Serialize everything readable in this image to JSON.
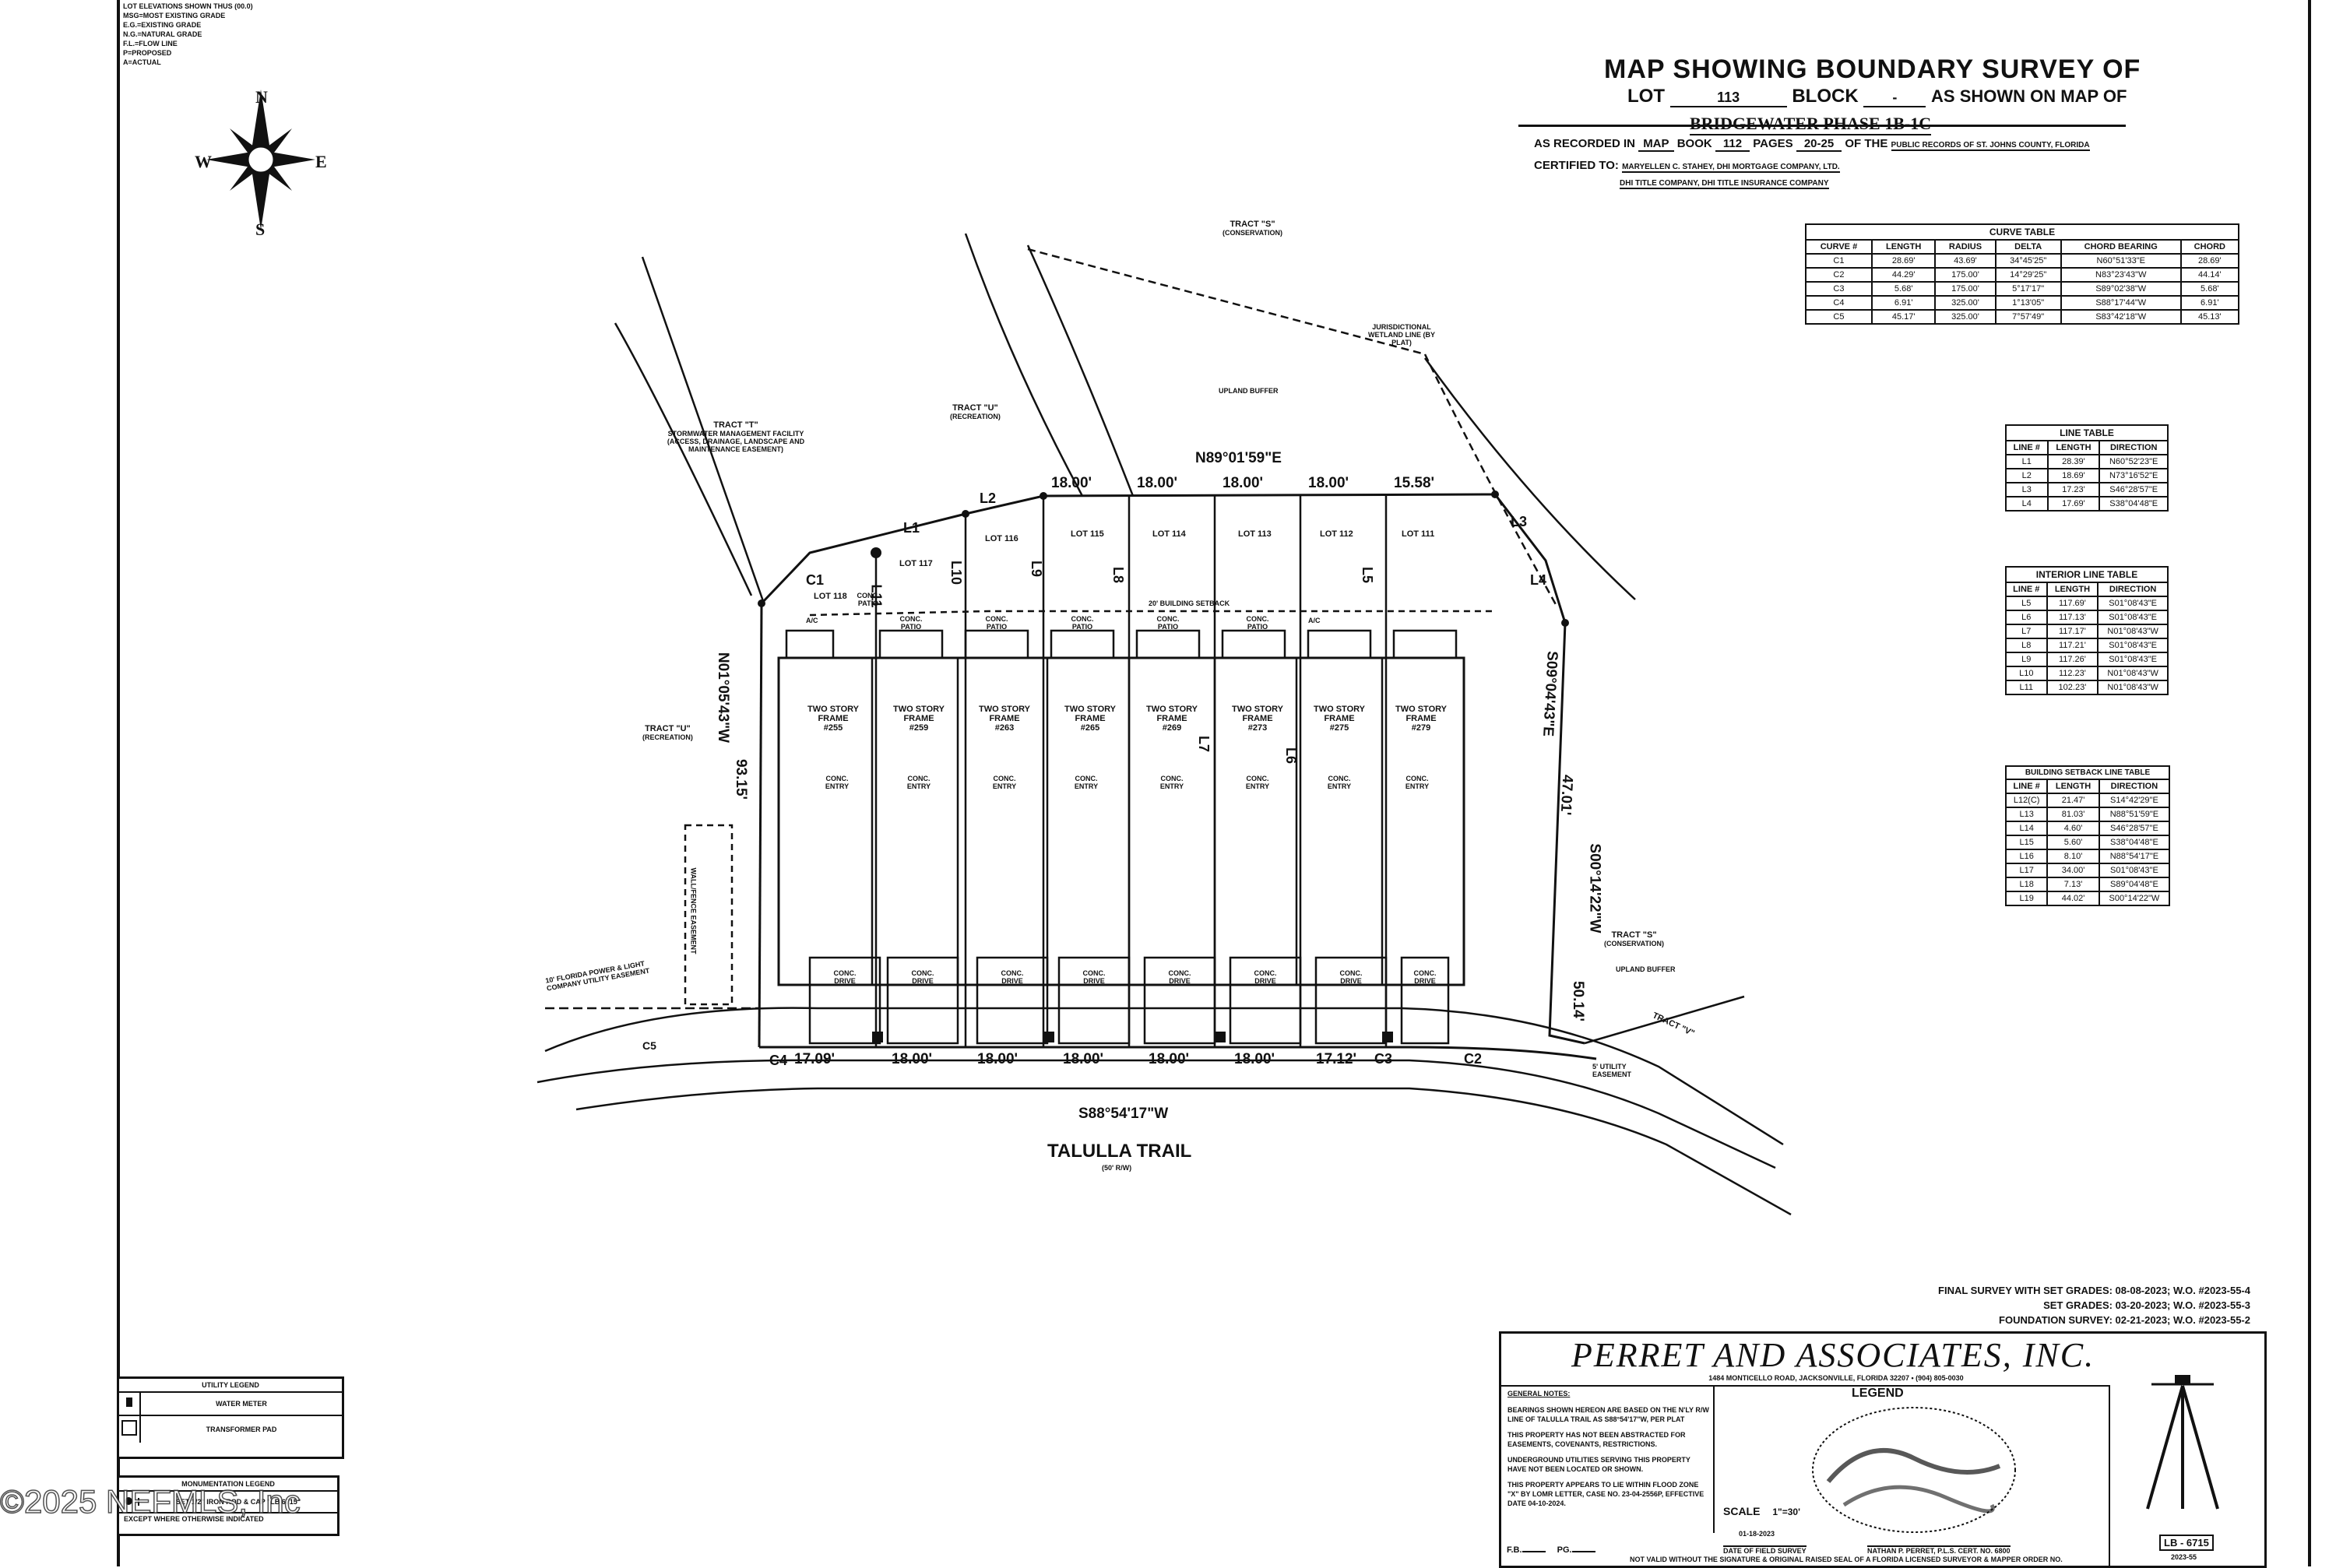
{
  "top_notes": [
    "LOT ELEVATIONS SHOWN THUS (00.0)",
    "MSG=MOST EXISTING GRADE",
    "E.G.=EXISTING GRADE",
    "N.G.=NATURAL GRADE",
    "F.L.=FLOW LINE",
    "P=PROPOSED",
    "A=ACTUAL"
  ],
  "compass": {
    "n": "N",
    "s": "S",
    "e": "E",
    "w": "W"
  },
  "title": {
    "main": "MAP SHOWING BOUNDARY SURVEY OF",
    "lot_label": "LOT",
    "lot_value": "113",
    "block_label": "BLOCK",
    "block_value": "-",
    "as_shown": "AS SHOWN ON MAP OF",
    "subdivision": "BRIDGEWATER PHASE 1B-1C",
    "recorded_label": "AS RECORDED IN",
    "recorded_value": "MAP",
    "book_label": "BOOK",
    "book_value": "112",
    "pages_label": "PAGES",
    "pages_value": "20-25",
    "of_the": "OF THE",
    "public_records": "PUBLIC RECORDS OF ST. JOHNS COUNTY, FLORIDA",
    "certified_label": "CERTIFIED TO:",
    "certified_line1": "MARYELLEN C. STAHEY, DHI MORTGAGE COMPANY, LTD.",
    "certified_line2": "DHI TITLE COMPANY, DHI TITLE INSURANCE COMPANY"
  },
  "curve_table": {
    "title": "CURVE TABLE",
    "headers": [
      "CURVE #",
      "LENGTH",
      "RADIUS",
      "DELTA",
      "CHORD BEARING",
      "CHORD"
    ],
    "rows": [
      [
        "C1",
        "28.69'",
        "43.69'",
        "34°45'25\"",
        "N60°51'33\"E",
        "28.69'"
      ],
      [
        "C2",
        "44.29'",
        "175.00'",
        "14°29'25\"",
        "N83°23'43\"W",
        "44.14'"
      ],
      [
        "C3",
        "5.68'",
        "175.00'",
        "5°17'17\"",
        "S89°02'38\"W",
        "5.68'"
      ],
      [
        "C4",
        "6.91'",
        "325.00'",
        "1°13'05\"",
        "S88°17'44\"W",
        "6.91'"
      ],
      [
        "C5",
        "45.17'",
        "325.00'",
        "7°57'49\"",
        "S83°42'18\"W",
        "45.13'"
      ]
    ]
  },
  "line_table": {
    "title": "LINE TABLE",
    "headers": [
      "LINE #",
      "LENGTH",
      "DIRECTION"
    ],
    "rows": [
      [
        "L1",
        "28.39'",
        "N60°52'23\"E"
      ],
      [
        "L2",
        "18.69'",
        "N73°16'52\"E"
      ],
      [
        "L3",
        "17.23'",
        "S46°28'57\"E"
      ],
      [
        "L4",
        "17.69'",
        "S38°04'48\"E"
      ]
    ]
  },
  "interior_line_table": {
    "title": "INTERIOR LINE TABLE",
    "headers": [
      "LINE #",
      "LENGTH",
      "DIRECTION"
    ],
    "rows": [
      [
        "L5",
        "117.69'",
        "S01°08'43\"E"
      ],
      [
        "L6",
        "117.13'",
        "S01°08'43\"E"
      ],
      [
        "L7",
        "117.17'",
        "N01°08'43\"W"
      ],
      [
        "L8",
        "117.21'",
        "S01°08'43\"E"
      ],
      [
        "L9",
        "117.26'",
        "S01°08'43\"E"
      ],
      [
        "L10",
        "112.23'",
        "N01°08'43\"W"
      ],
      [
        "L11",
        "102.23'",
        "N01°08'43\"W"
      ]
    ]
  },
  "setback_table": {
    "title": "BUILDING SETBACK LINE TABLE",
    "headers": [
      "LINE #",
      "LENGTH",
      "DIRECTION"
    ],
    "rows": [
      [
        "L12(C)",
        "21.47'",
        "S14°42'29\"E"
      ],
      [
        "L13",
        "81.03'",
        "N88°51'59\"E"
      ],
      [
        "L14",
        "4.60'",
        "S46°28'57\"E"
      ],
      [
        "L15",
        "5.60'",
        "S38°04'48\"E"
      ],
      [
        "L16",
        "8.10'",
        "N88°54'17\"E"
      ],
      [
        "L17",
        "34.00'",
        "S01°08'43\"E"
      ],
      [
        "L18",
        "7.13'",
        "S89°04'48\"E"
      ],
      [
        "L19",
        "44.02'",
        "S00°14'22\"W"
      ]
    ]
  },
  "plan": {
    "tract_s_top": "TRACT \"S\"",
    "tract_s_top_sub": "(CONSERVATION)",
    "tract_t": "TRACT \"T\"",
    "tract_t_sub": "STORMWATER MANAGEMENT FACILITY (ACCESS, DRAINAGE, LANDSCAPE AND MAINTENANCE EASEMENT)",
    "tract_u_top": "TRACT \"U\"",
    "tract_u_top_sub": "(RECREATION)",
    "tract_u_left": "TRACT \"U\"",
    "tract_u_left_sub": "(RECREATION)",
    "tract_s_right": "TRACT \"S\"",
    "tract_s_right_sub": "(CONSERVATION)",
    "tract_v": "TRACT \"V\"",
    "upland_buffer_top": "UPLAND BUFFER",
    "upland_buffer_right": "UPLAND BUFFER",
    "jurisdictional": "JURISDICTIONAL WETLAND LINE (BY PLAT)",
    "north_bearing": "N89°01'59\"E",
    "south_bearing": "S88°54'17\"W",
    "west_bearing": "N01°05'43\"W",
    "west_dist": "93.15'",
    "east_bearing": "S09°04'43\"E",
    "east_dist": "47.01'",
    "east_bearing2": "S00°14'22\"W",
    "east_dist2": "50.14'",
    "street": "TALULLA TRAIL",
    "street_sub": "(50' R/W)",
    "setback_label": "20' BUILDING SETBACK",
    "easement_left": "10' FLORIDA POWER & LIGHT COMPANY UTILITY EASEMENT",
    "easement_box": "WALL/FENCE EASEMENT",
    "utility_easement": "5' UTILITY EASEMENT",
    "curve_labels": [
      "C1",
      "C2",
      "C3",
      "C4",
      "C5"
    ],
    "line_labels": [
      "L1",
      "L2",
      "L3",
      "L4",
      "L5",
      "L6",
      "L7",
      "L8",
      "L9",
      "L10",
      "L11"
    ],
    "top_dims": [
      "18.00'",
      "18.00'",
      "18.00'",
      "18.00'",
      "15.58'"
    ],
    "bottom_dims": [
      "17.09'",
      "18.00'",
      "18.00'",
      "18.00'",
      "18.00'",
      "18.00'",
      "17.12'"
    ],
    "lots": [
      {
        "lot": "LOT 118",
        "frame": "TWO STORY FRAME",
        "num": "#255"
      },
      {
        "lot": "LOT 117",
        "frame": "TWO STORY FRAME",
        "num": "#259"
      },
      {
        "lot": "LOT 116",
        "frame": "TWO STORY FRAME",
        "num": "#263"
      },
      {
        "lot": "LOT 115",
        "frame": "TWO STORY FRAME",
        "num": "#265"
      },
      {
        "lot": "LOT 114",
        "frame": "TWO STORY FRAME",
        "num": "#269"
      },
      {
        "lot": "LOT 113",
        "frame": "TWO STORY FRAME",
        "num": "#273"
      },
      {
        "lot": "LOT 112",
        "frame": "TWO STORY FRAME",
        "num": "#275"
      },
      {
        "lot": "LOT 111",
        "frame": "TWO STORY FRAME",
        "num": "#279"
      }
    ],
    "patio": "CONC. PATIO",
    "entry": "CONC. ENTRY",
    "drive": "CONC. DRIVE",
    "ac": "A/C"
  },
  "survey_notes": [
    "FINAL SURVEY WITH SET GRADES: 08-08-2023; W.O. #2023-55-4",
    "SET GRADES: 03-20-2023; W.O. #2023-55-3",
    "FOUNDATION SURVEY: 02-21-2023; W.O. #2023-55-2"
  ],
  "company": {
    "name": "PERRET AND ASSOCIATES, INC.",
    "address": "1484 MONTICELLO ROAD, JACKSONVILLE, FLORIDA 32207 • (904) 805-0030",
    "general_notes_title": "GENERAL NOTES:",
    "general_notes": [
      "BEARINGS SHOWN HEREON ARE BASED ON THE N'LY R/W LINE OF TALULLA TRAIL AS S88°54'17\"W, PER PLAT",
      "THIS PROPERTY HAS NOT BEEN ABSTRACTED FOR EASEMENTS, COVENANTS, RESTRICTIONS.",
      "UNDERGROUND UTILITIES SERVING THIS PROPERTY HAVE NOT BEEN LOCATED OR SHOWN.",
      "THIS PROPERTY APPEARS TO LIE WITHIN FLOOD ZONE \"X\" BY LOMR LETTER, CASE NO. 23-04-2556P, EFFECTIVE DATE 04-10-2024."
    ],
    "legend_title": "LEGEND",
    "scale_label": "SCALE",
    "scale_value": "1\"=30'",
    "date_value": "01-18-2023",
    "date_label": "DATE OF FIELD SURVEY",
    "surveyor": "NATHAN P. PERRET, P.L.S. CERT. NO. 6800",
    "footer": "NOT VALID WITHOUT THE SIGNATURE & ORIGINAL RAISED SEAL OF A FLORIDA LICENSED SURVEYOR & MAPPER   ORDER NO.",
    "lb": "LB - 6715",
    "order_no": "2023-55"
  },
  "utility_legend": {
    "title": "UTILITY LEGEND",
    "rows": [
      "WATER METER",
      "TRANSFORMER PAD"
    ]
  },
  "monument_legend": {
    "title": "MONUMENTATION LEGEND",
    "row": "SET 1/2\" IRON ROD & CAP \"LB 6715\"",
    "note": "EXCEPT WHERE OTHERWISE INDICATED"
  },
  "fb": {
    "fb_label": "F.B.",
    "pg_label": "PG."
  },
  "watermark": "©2025 NEFMLS, Inc"
}
